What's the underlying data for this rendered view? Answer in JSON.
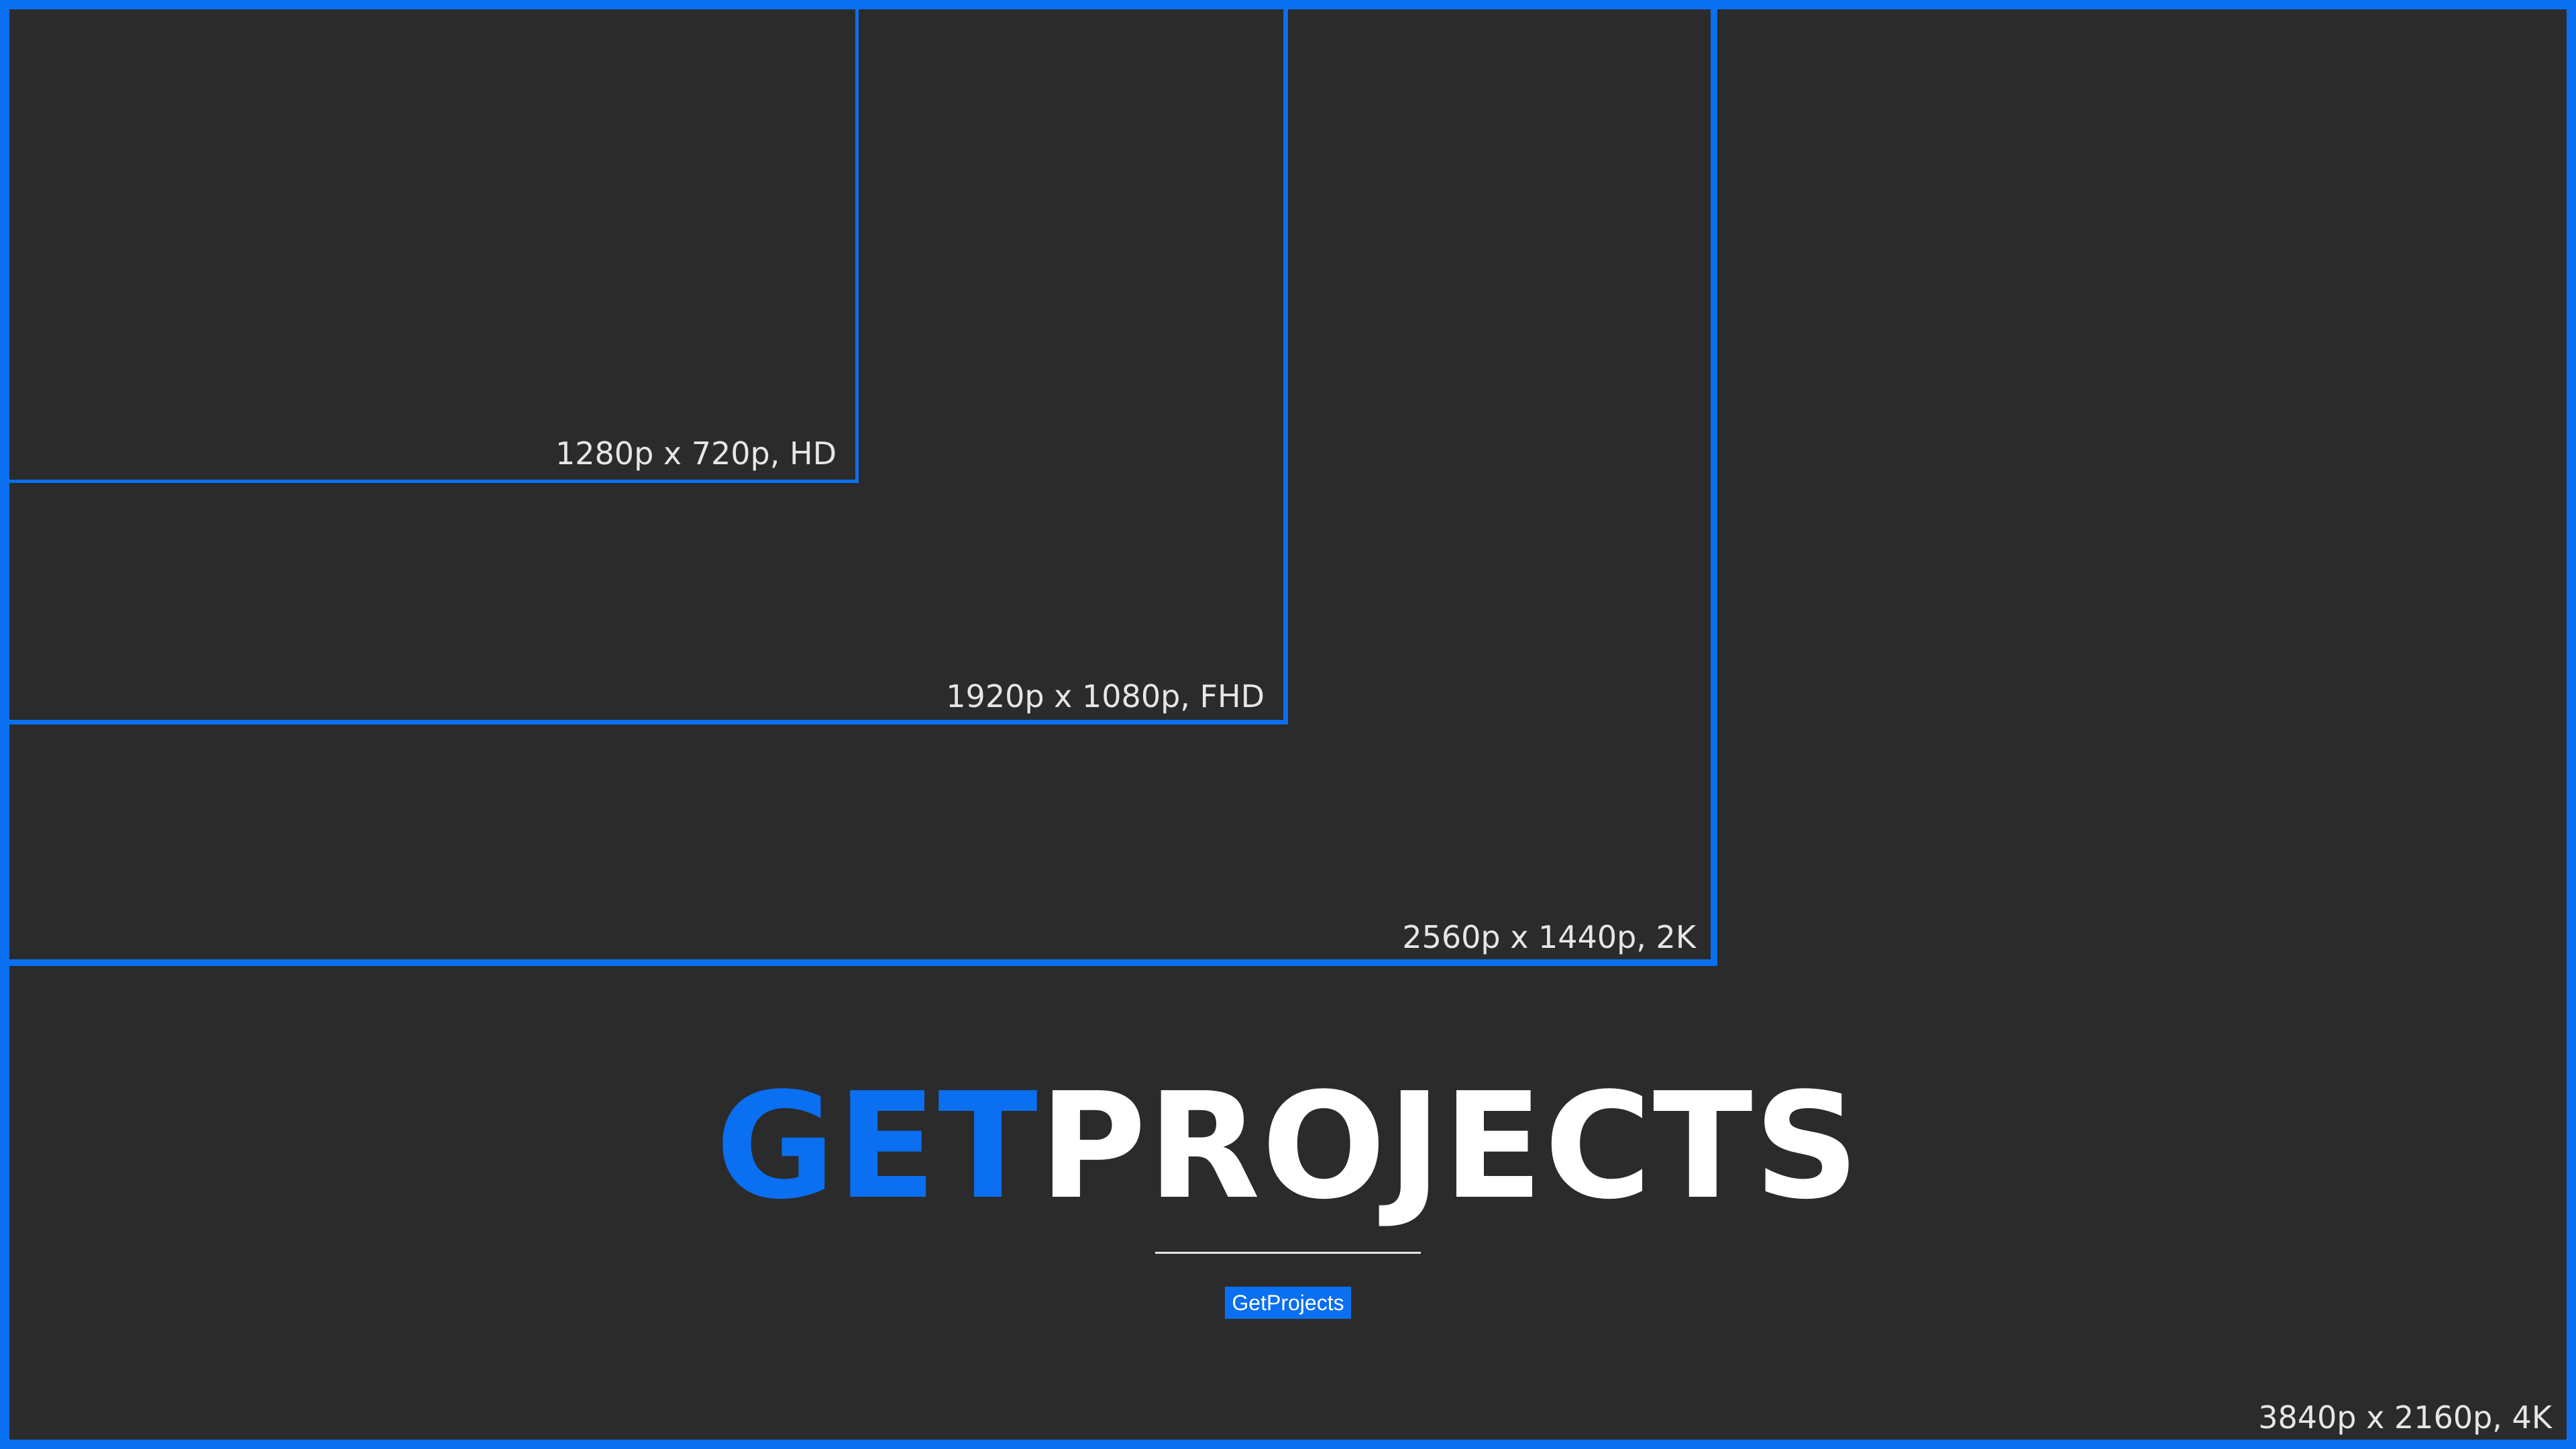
{
  "frames": {
    "hd": {
      "label": "1280p x 720p, HD"
    },
    "fhd": {
      "label": "1920p x 1080p, FHD"
    },
    "qhd": {
      "label": "2560p x 1440p, 2K"
    },
    "uhd": {
      "label": "3840p x 2160p, 4K"
    }
  },
  "brand": {
    "part1": "GET",
    "part2": "PROJECTS",
    "tag": "GetProjects"
  },
  "colors": {
    "background": "#2b2b2b",
    "accent": "#0a6ff0",
    "text": "#ffffff",
    "label_text": "#e6e6e6"
  }
}
